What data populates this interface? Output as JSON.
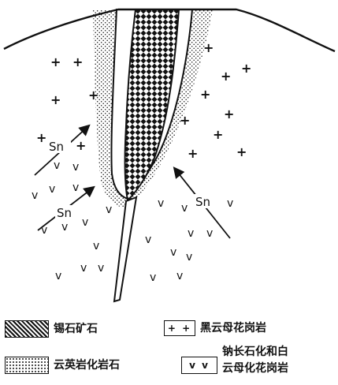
{
  "diagram": {
    "element_label": "Sn"
  },
  "legend": {
    "ore": {
      "label": "锡石矿石"
    },
    "biotite_granite": {
      "label": "黑云母花岗岩",
      "symbol": "+ +"
    },
    "greisen": {
      "label": "云英岩化岩石"
    },
    "albitized_granite": {
      "label_line1": "钠长石化和白",
      "label_line2": "云母化花岗岩",
      "symbol": "v v"
    }
  },
  "colors": {
    "ink": "#111111",
    "background": "#ffffff"
  }
}
